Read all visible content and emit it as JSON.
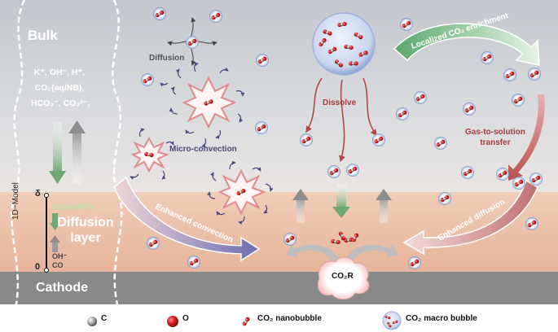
{
  "bulk": {
    "title": "Bulk",
    "ions": [
      "K⁺, OH⁻, H⁺,",
      "CO₂(aq/NB),",
      "HCO₃⁻, CO₃²⁻,"
    ]
  },
  "diffusion_layer": {
    "title_line1": "Diffusion",
    "title_line2": "layer",
    "model_label": "1D−Model",
    "delta_label": "δ",
    "zero_label": "0",
    "co2_label": "CO₂(aq/NB)",
    "oh_label": "OH⁻",
    "co_label": "CO"
  },
  "cathode": {
    "title": "Cathode"
  },
  "labels": {
    "diffusion": "Diffusion",
    "micro_convection": "Micro-convection",
    "enhanced_convection": "Enhanced convection",
    "dissolve": "Dissolve",
    "localized_enrichment": "Localized CO₂ enrichment",
    "gas_to_solution_line1": "Gas-to-solution",
    "gas_to_solution_line2": "transfer",
    "enhanced_diffusion": "Enhanced diffusion",
    "co2r": "CO₂R"
  },
  "legend": [
    {
      "icon": "carbon-atom-icon",
      "label": "C"
    },
    {
      "icon": "oxygen-atom-icon",
      "label": "O"
    },
    {
      "icon": "co2-nanobubble-icon",
      "label": "CO₂ nanobubble"
    },
    {
      "icon": "co2-macro-bubble-icon",
      "label": "CO₂ macro bubble"
    }
  ],
  "colors": {
    "bulk_bg": "#d2d5da",
    "diffusion_layer_bg": "#eac2ac",
    "cathode_bg": "#898989",
    "convection_arrow": "#6f6bb0",
    "diffusion_arrow": "#c67b7b",
    "enrichment_arrow": "#78b88a",
    "oxygen": "#d01f1f",
    "carbon": "#555555"
  }
}
